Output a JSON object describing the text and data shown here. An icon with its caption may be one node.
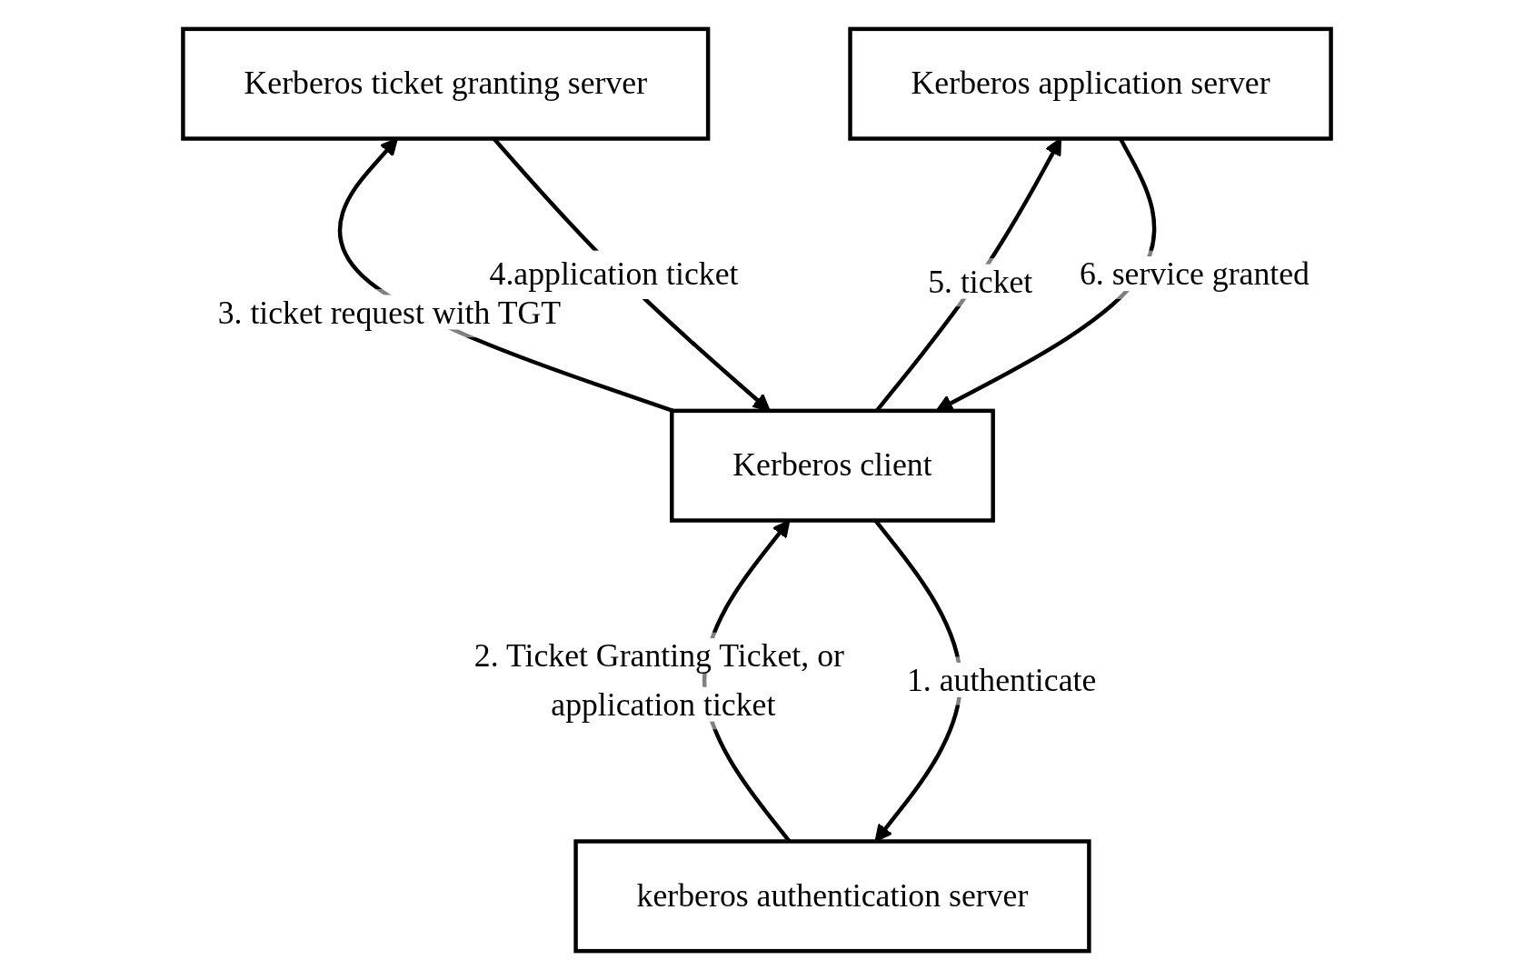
{
  "diagram": {
    "nodes": [
      {
        "text": [
          "kerberos authentication server"
        ]
      },
      {
        "text": [
          "Kerberos ticket granting server"
        ]
      },
      {
        "text": [
          "Kerberos client"
        ]
      },
      {
        "text": [
          "Kerberos application server"
        ]
      }
    ],
    "edges": [
      {
        "from": 2,
        "to": 0,
        "arrow": "to",
        "label": "1. authenticate"
      },
      {
        "from": 0,
        "to": 2,
        "arrow": "to",
        "label": "2. Ticket Granting Ticket, or application ticket"
      },
      {
        "from": 2,
        "to": 1,
        "arrow": "to",
        "label": "3. ticket request with TGT"
      },
      {
        "from": 1,
        "to": 2,
        "arrow": "to",
        "label": "4.application ticket"
      },
      {
        "from": 2,
        "to": 3,
        "arrow": "to",
        "label": "5. ticket"
      },
      {
        "from": 3,
        "to": 2,
        "arrow": "to",
        "label": "6. service granted"
      }
    ]
  }
}
